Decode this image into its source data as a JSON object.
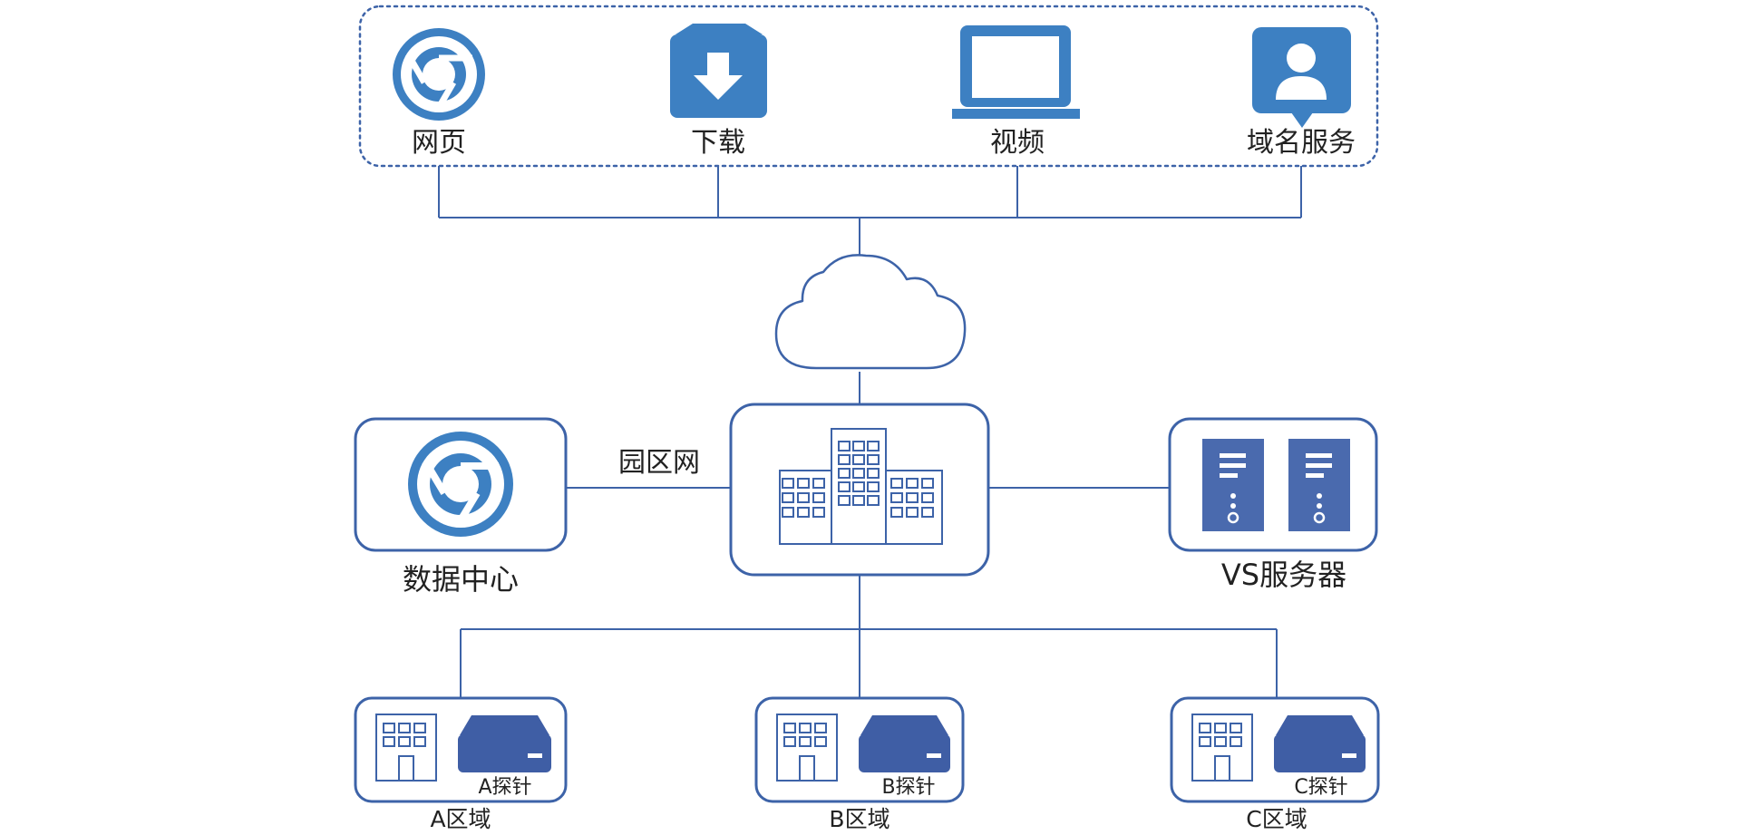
{
  "services": {
    "web": "网页",
    "download": "下载",
    "video": "视频",
    "dns": "域名服务"
  },
  "network": {
    "campus": "园区网"
  },
  "nodes": {
    "datacenter": "数据中心",
    "vs_server": "VS服务器"
  },
  "regions": {
    "a_probe": "A探针",
    "b_probe": "B探针",
    "c_probe": "C探针",
    "a_region": "A区域",
    "b_region": "B区域",
    "c_region": "C区域"
  },
  "colors": {
    "blue": "#3d80c2",
    "navy": "#4a6aae",
    "outline": "#3d63a8",
    "dark_blue": "#3f5ea5"
  }
}
